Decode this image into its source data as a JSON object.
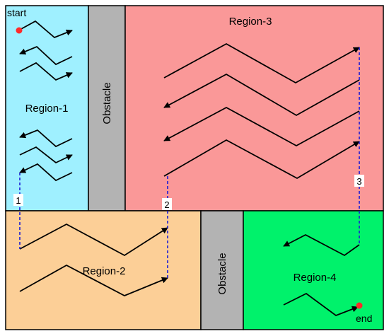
{
  "colors": {
    "region1": "#9ff0ff",
    "region2": "#fccf97",
    "region3": "#fa9898",
    "region4": "#00f26b",
    "obstacle": "#b3b3b3",
    "border": "#000000",
    "path": "#000000",
    "link": "#1a1ad6",
    "point": "#ff2a2a"
  },
  "labels": {
    "start": "start",
    "end": "end",
    "region1": "Region-1",
    "region2": "Region-2",
    "region3": "Region-3",
    "region4": "Region-4",
    "obstacle_top": "Obstacle",
    "obstacle_bottom": "Obstacle"
  },
  "markers": [
    "1",
    "2",
    "3"
  ]
}
